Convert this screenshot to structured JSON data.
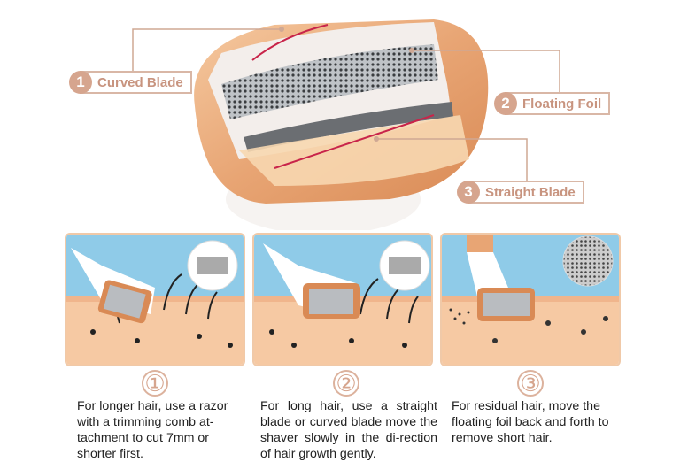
{
  "callouts": [
    {
      "num": "1",
      "label": "Curved Blade"
    },
    {
      "num": "2",
      "label": "Floating Foil"
    },
    {
      "num": "3",
      "label": "Straight Blade"
    }
  ],
  "steps": [
    {
      "num": "①",
      "text": "For longer hair, use a razor with a trimming comb at-tachment to cut 7mm or shorter first."
    },
    {
      "num": "②",
      "text": "For long hair, use a straight blade or curved blade move the shaver slowly in the di-rection of hair growth gently."
    },
    {
      "num": "③",
      "text": "For residual hair, move the floating foil back and forth to remove short hair."
    }
  ],
  "colors": {
    "accent": "#d6a58e",
    "sky": "#8fcbe8",
    "skin": "#f6c9a3",
    "gold": "#e8a574"
  }
}
